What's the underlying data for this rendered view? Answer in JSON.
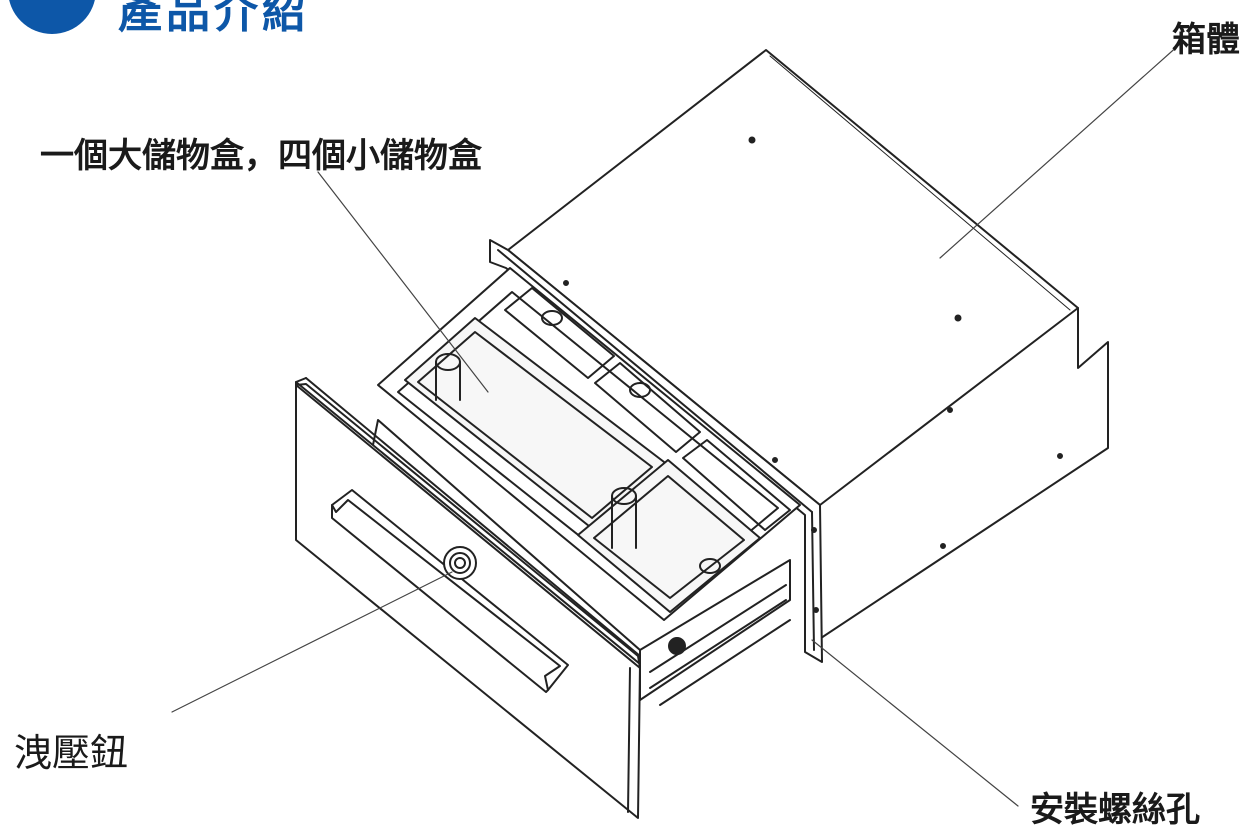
{
  "header": {
    "title": "產品介紹",
    "accent_color": "#0d57a8",
    "badge_icon": "book-icon"
  },
  "callouts": {
    "cabinet_body": "箱體",
    "storage_boxes": "一個大儲物盒，四個小儲物盒",
    "press_button": "洩壓鈕",
    "mounting_holes": "安裝螺絲孔"
  }
}
